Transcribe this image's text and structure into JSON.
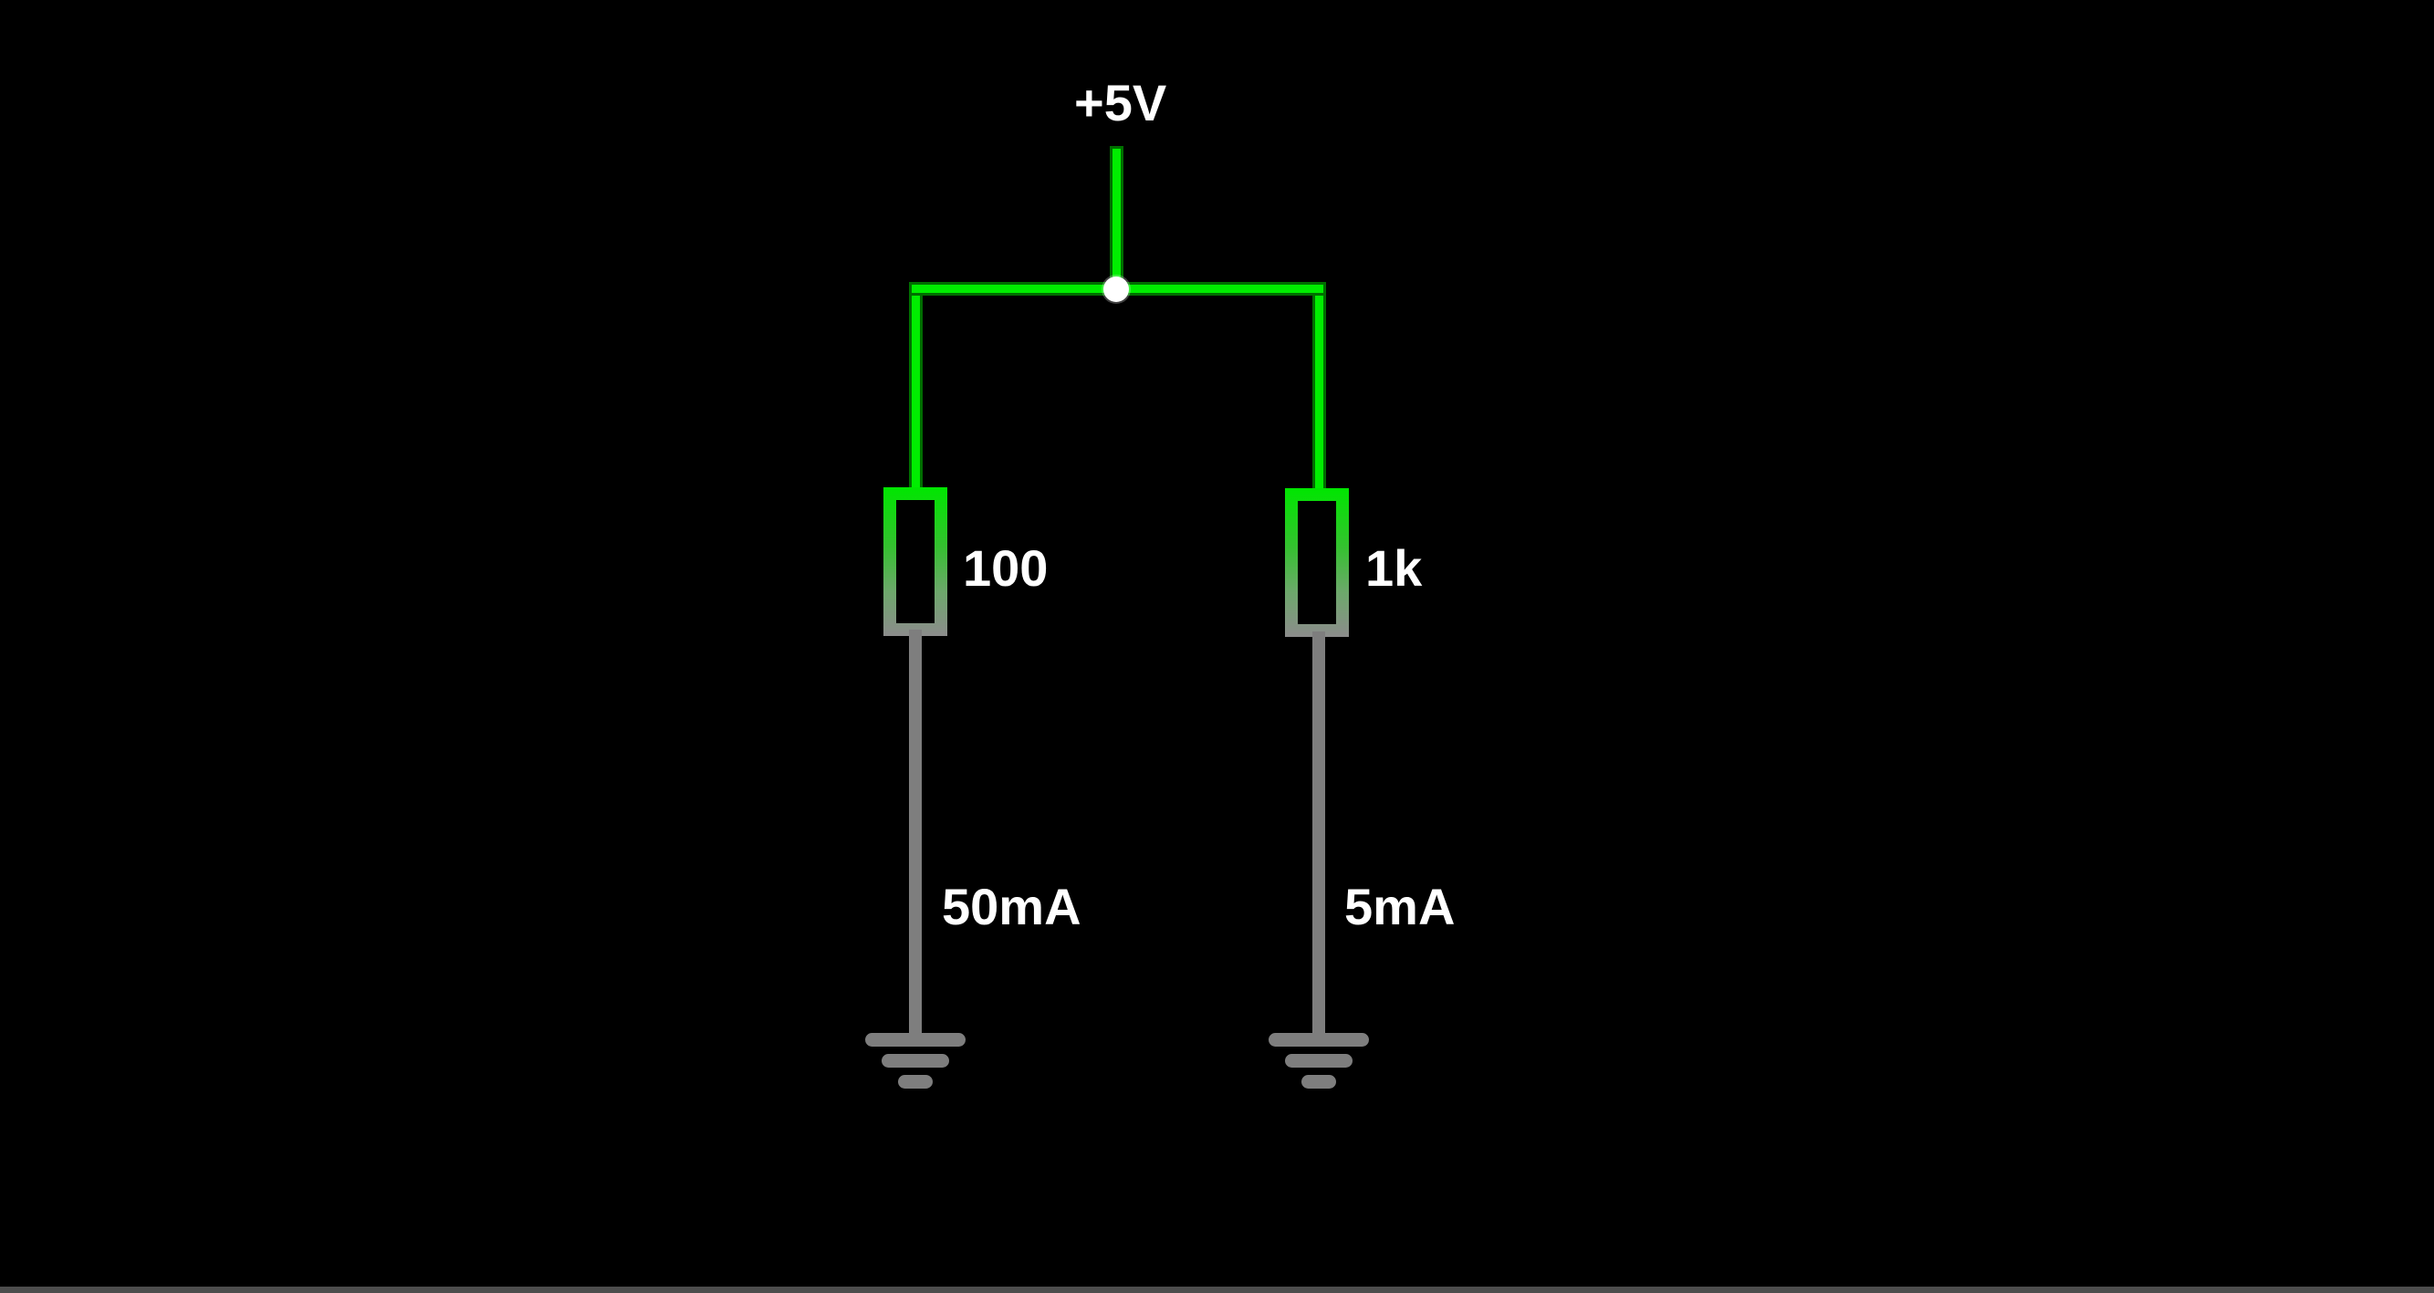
{
  "app": {
    "view": "circuit-simulator-canvas"
  },
  "colors": {
    "background": "#000000",
    "wire_high": "#00ee00",
    "wire_high_edge": "#006e00",
    "wire_high_bright": "#00e600",
    "wire_ground": "#7e7e7e",
    "junction_dot": "#ffffff",
    "label_text": "#ffffff",
    "window_edge": "#4d4d4d"
  },
  "circuit": {
    "supply": {
      "label": "+5V"
    },
    "junction": {
      "type": "wire-node"
    },
    "branches": [
      {
        "resistor_value": "100",
        "current": "50mA"
      },
      {
        "resistor_value": "1k",
        "current": "5mA"
      }
    ],
    "grounds": [
      {
        "type": "earth-ground"
      },
      {
        "type": "earth-ground"
      }
    ]
  }
}
